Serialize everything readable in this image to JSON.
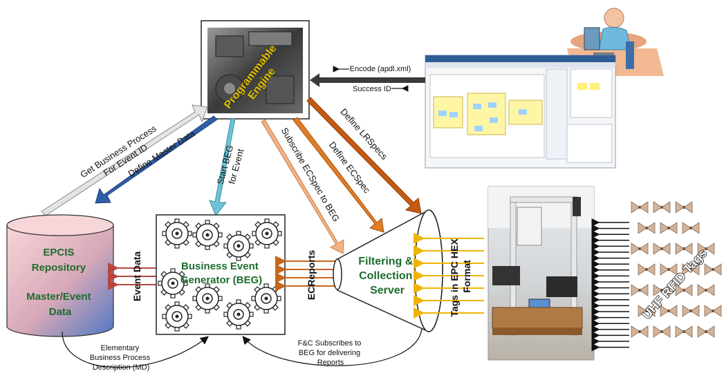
{
  "diagram": {
    "engine_label": [
      "Programmable",
      "Engine"
    ],
    "epcis_label": [
      "EPCIS",
      "Repository",
      "",
      "Master/Event",
      "Data"
    ],
    "beg_label": [
      "Business Event",
      "Generator (BEG)"
    ],
    "fc_label": [
      "Filtering &",
      "Collection",
      "Server"
    ],
    "event_data_label": "Event Data",
    "ecreports_label": "ECReports",
    "tags_hex_label": [
      "Tags in EPC HEX",
      "Format"
    ],
    "rfid_tags_label": "UHF RFID Tags",
    "encode_label": "Encode (apdl.xml)",
    "success_label": "Success ID",
    "arrow_get_bp": [
      "Get Business Process",
      "For Event ID"
    ],
    "arrow_define_master": "Define Master Data",
    "arrow_start_beg": [
      "Start BEG",
      "for Event"
    ],
    "arrow_subscribe_ecspec": "Subscribe ECSpec to BEG",
    "arrow_define_ecspec": "Define ECSpec",
    "arrow_define_lrspecs": "Define LRSpecs",
    "bottom_left_caption": [
      "Elementary",
      "Business Process",
      "Description (MD)"
    ],
    "bottom_right_caption": [
      "F&C Subscribes to",
      "BEG for delivering",
      "Reports"
    ]
  },
  "colors": {
    "epcis_fill_top": "#f3c7cb",
    "epcis_fill_bottom": "#4f78c4",
    "text_green": "#1c6d2c",
    "arrow_gray": "#d8d8d8",
    "arrow_blue": "#2f5fa8",
    "arrow_cyan": "#6fc3d6",
    "arrow_peach": "#f4b183",
    "arrow_orange": "#e07b28",
    "arrow_darkorange": "#c55a11",
    "arrow_dark": "#3b3b3b",
    "red_arrows": "#b5473e",
    "brown_arrows": "#c8651a",
    "yellow_arrows": "#f0b400",
    "tag_color": "#c9a48a"
  }
}
